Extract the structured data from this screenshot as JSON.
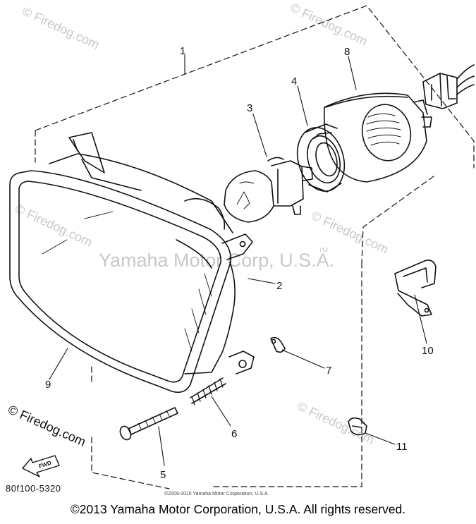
{
  "watermarks": {
    "firedog": "© Firedog.com",
    "center": "Yamaha Motor Corp, U.S.A.",
    "tm": "TM"
  },
  "callouts": [
    "1",
    "2",
    "3",
    "4",
    "5",
    "6",
    "7",
    "8",
    "9",
    "10",
    "11"
  ],
  "part_number": "80f100-5320",
  "fwd_label": "FWD",
  "fine_print": "©2009-2015 Yamaha Motor Corporation, U.S.A.",
  "copyright": "©2013 Yamaha Motor Corporation, U.S.A. All rights reserved.",
  "colors": {
    "line": "#111111",
    "watermark": "#c8c8c8",
    "background": "#ffffff"
  }
}
